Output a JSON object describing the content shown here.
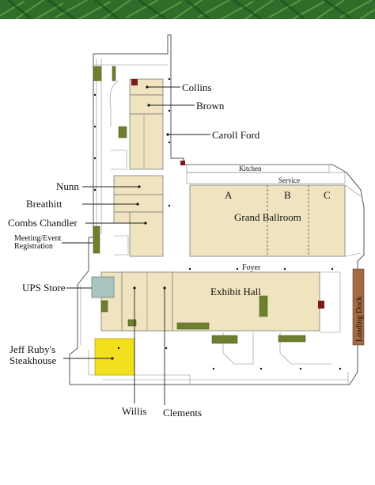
{
  "rooms": {
    "collins": "Collins",
    "brown": "Brown",
    "caroll_ford": "Caroll Ford",
    "kitchen": "Kitchen",
    "service": "Service",
    "ballroom_a": "A",
    "ballroom_b": "B",
    "ballroom_c": "C",
    "grand_ballroom": "Grand Ballroom",
    "nunn": "Nunn",
    "breathitt": "Breathitt",
    "combs_chandler": "Combs Chandler",
    "meeting_reg_line1": "Meeting/Event",
    "meeting_reg_line2": "Registration",
    "foyer": "Foyer",
    "ups_store": "UPS Store",
    "exhibit_hall": "Exhibit Hall",
    "loading_dock": "Loading Dock",
    "jeff_ruby_line1": "Jeff Ruby's",
    "jeff_ruby_line2": "Steakhouse",
    "willis": "Willis",
    "clements": "Clements"
  },
  "colors": {
    "banner": "#2f6d2a",
    "room_fill": "#efe4bf",
    "ups_store": "#a9c3c0",
    "steakhouse": "#f2df1e",
    "loading_dock": "#a36a45",
    "furniture": "#6e7f2f"
  }
}
